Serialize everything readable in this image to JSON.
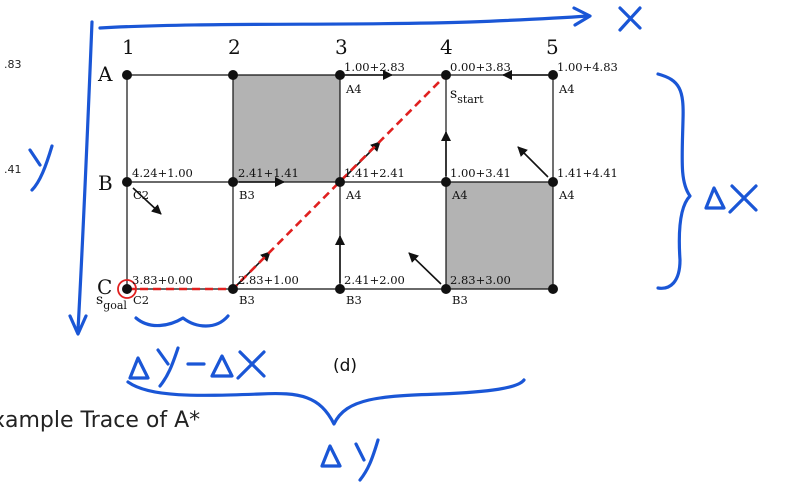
{
  "subfigure_label": "(d)",
  "caption": "xample Trace of A*",
  "edge_fragments": [
    ".83",
    ".41"
  ],
  "grid": {
    "columns": [
      "1",
      "2",
      "3",
      "4",
      "5"
    ],
    "rows": [
      "A",
      "B",
      "C"
    ],
    "shaded_cells": [
      "A2-B2",
      "B4-C5"
    ],
    "node_costs": {
      "A3": "1.00+2.83",
      "A4": "0.00+3.83",
      "A5": "1.00+4.83",
      "B1": "4.24+1.00",
      "B2": "2.41+1.41",
      "B3": "1.41+2.41",
      "B4": "1.00+3.41",
      "B5": "1.41+4.41",
      "C1": "3.83+0.00",
      "C2": "2.83+1.00",
      "C3": "2.41+2.00",
      "C4": "2.83+3.00"
    },
    "node_parents": {
      "A3": "A4",
      "A5": "A4",
      "B1": "C2",
      "B2": "B3",
      "B3": "A4",
      "B4": "A4",
      "B5": "A4",
      "C1": "C2",
      "C2": "B3",
      "C3": "B3",
      "C4": "B3"
    },
    "start_label": "s",
    "start_subscript": "start",
    "goal_label": "s",
    "goal_subscript": "goal"
  },
  "annotations": {
    "x_axis": "x",
    "y_axis": "y",
    "delta_x": "ΔX",
    "delta_y_minus_delta_x": "ΔY-ΔX",
    "delta_y": "ΔY"
  },
  "colors": {
    "ink": "#111111",
    "shade": "#b3b3b3",
    "path": "#e0201f",
    "pen": "#1a56d6"
  }
}
